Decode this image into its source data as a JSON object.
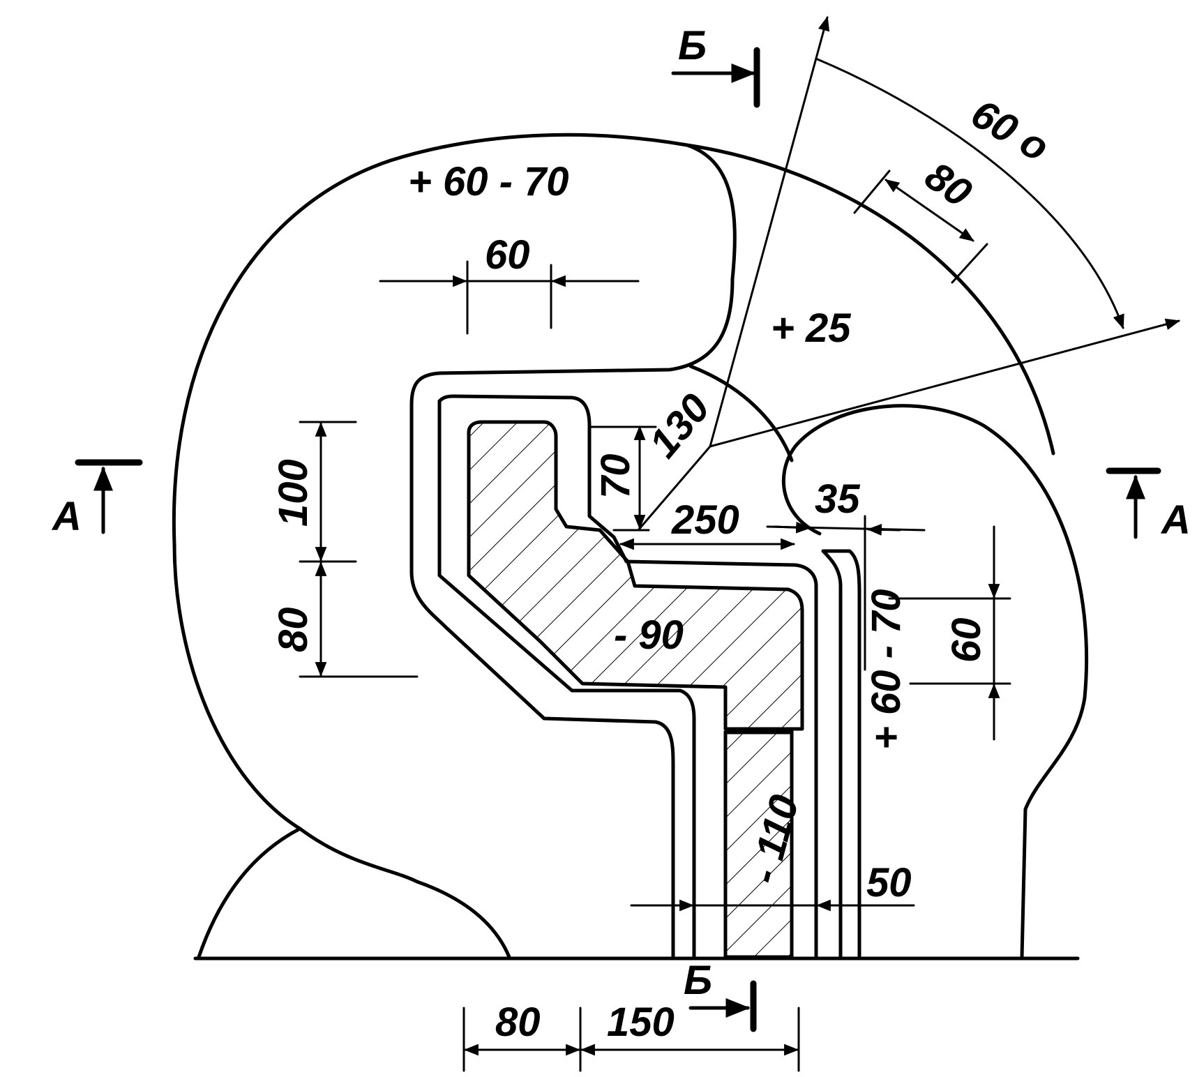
{
  "section_marks": {
    "A_left": "А",
    "A_right": "А",
    "B_top": "Б",
    "B_bottom": "Б"
  },
  "zone_labels": {
    "top_left": "+ 60 - 70",
    "top_right": "+ 25",
    "center": "- 90",
    "stem": "- 110",
    "right": "+ 60 - 70"
  },
  "dimensions": {
    "d60_top": "60",
    "d100": "100",
    "d80_left": "80",
    "d70": "70",
    "d130": "130",
    "d250": "250",
    "d35": "35",
    "d60_right": "60",
    "d50": "50",
    "d80_bottom": "80",
    "d150": "150",
    "d80_arc": "80",
    "angle_60": "60 o"
  },
  "colors": {
    "ink": "#000000",
    "paper": "#ffffff"
  }
}
